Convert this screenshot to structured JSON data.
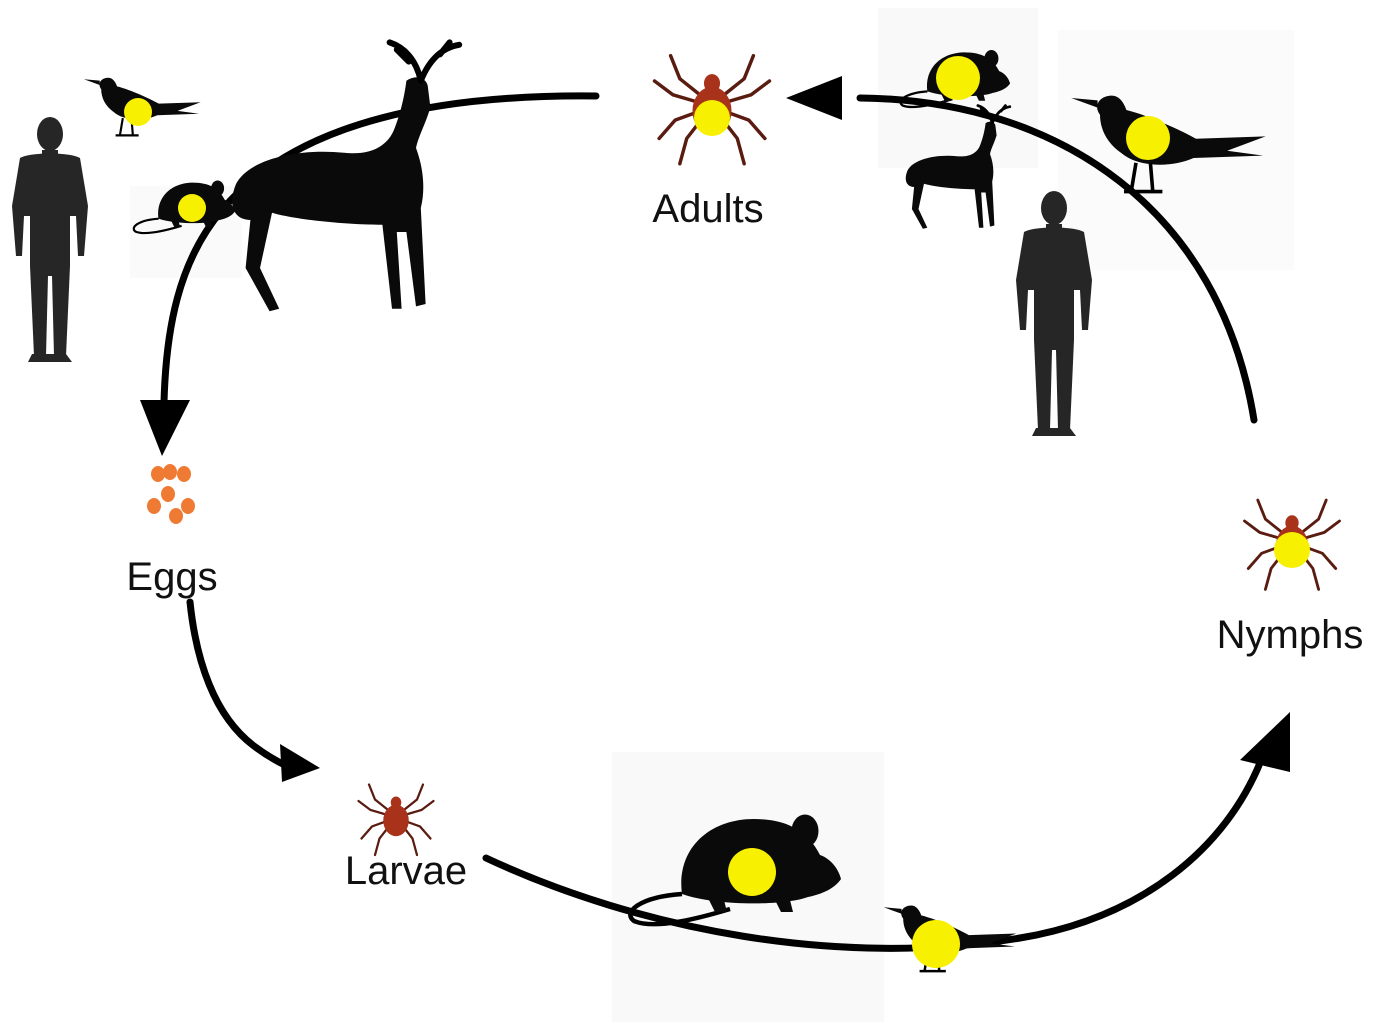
{
  "diagram": {
    "stages": {
      "adults": "Adults",
      "eggs": "Eggs",
      "larvae": "Larvae",
      "nymphs": "Nymphs"
    }
  }
}
